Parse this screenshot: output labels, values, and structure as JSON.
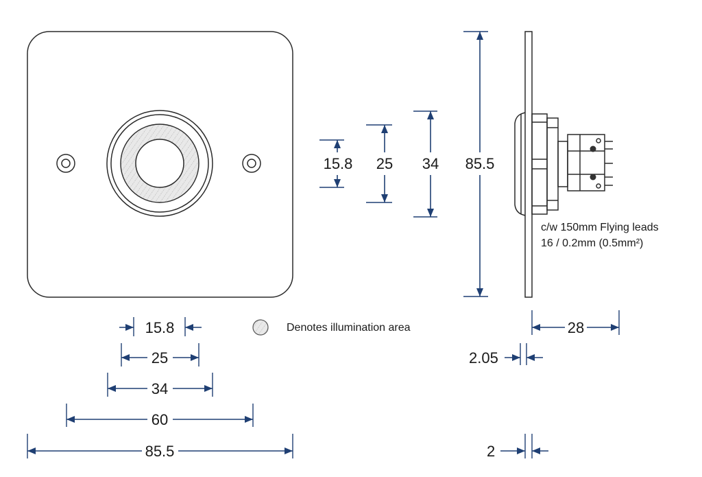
{
  "dimensions": {
    "front_widths": [
      "15.8",
      "25",
      "34",
      "60",
      "85.5"
    ],
    "heights": [
      "15.8",
      "25",
      "34",
      "85.5"
    ],
    "side_depth": "28",
    "side_lens": "2.05",
    "side_plate": "2"
  },
  "legend": {
    "illumination": "Denotes illumination area"
  },
  "notes": {
    "leads_line1": "c/w 150mm Flying leads",
    "leads_line2": "16 / 0.2mm (0.5mm²)"
  },
  "colors": {
    "dimension": "#1f3f73",
    "outline": "#2a2a2a",
    "illumination_hatch": "#bdbdbd"
  }
}
